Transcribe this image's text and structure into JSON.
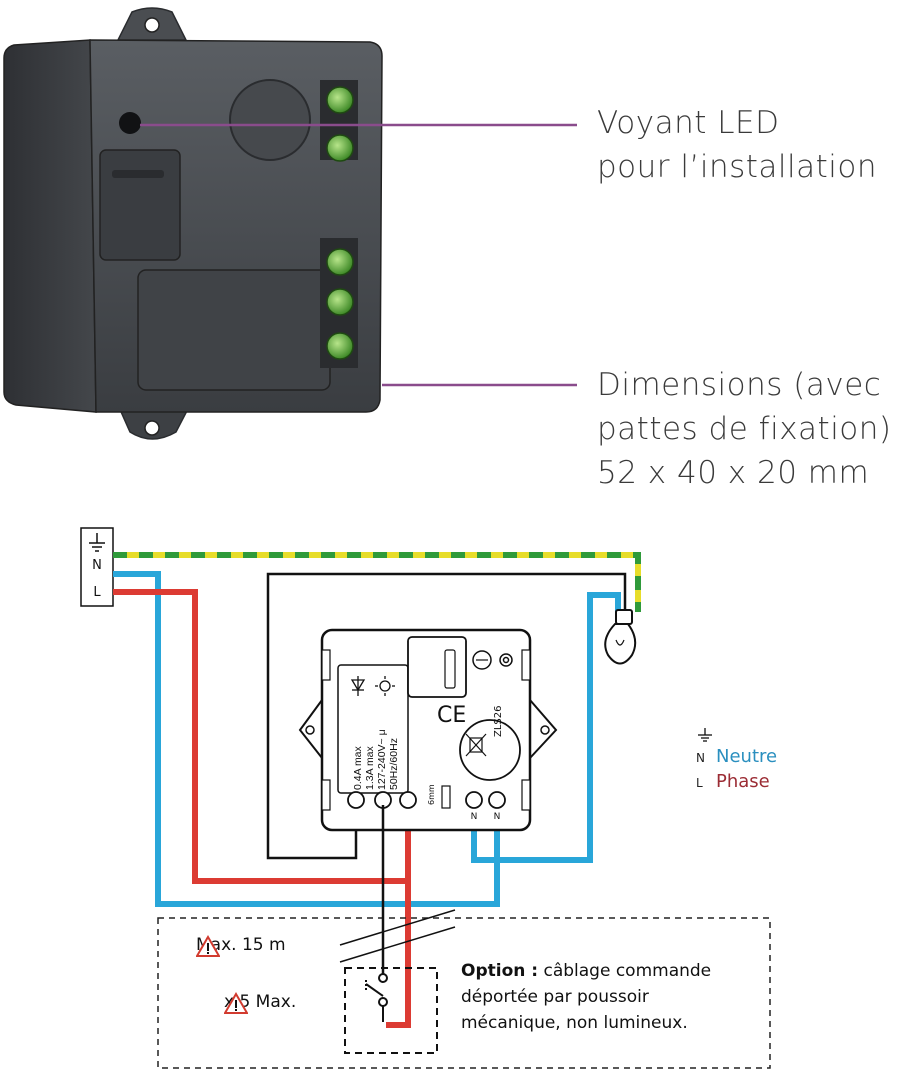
{
  "callouts": {
    "led": {
      "line1": "Voyant LED",
      "line2": "pour l’installation"
    },
    "dimensions": {
      "line1": "Dimensions (avec",
      "line2": "pattes de fixation) :",
      "line3": "52 x 40 x 20 mm"
    }
  },
  "terminal_block": {
    "n": "N",
    "l": "L"
  },
  "module_labels": {
    "ce": "CE",
    "model": "ZLS26",
    "ratings": [
      "0.4A max",
      "1.3A max",
      "127-240V~ μ",
      "50Hz/60Hz"
    ],
    "strip_length": "6mm",
    "terminals": [
      "N",
      "N"
    ]
  },
  "legend": {
    "n_abbr": "N",
    "n_label": "Neutre",
    "l_abbr": "L",
    "l_label": "Phase"
  },
  "warnings": {
    "max_length": "Max. 15 m",
    "max_count": "x 5 Max."
  },
  "option": {
    "bold": "Option :",
    "line1_rest": " câblage commande",
    "line2": "déportée par poussoir",
    "line3": "mécanique, non lumineux."
  },
  "colors": {
    "neutral": "#29a6d9",
    "phase": "#dc3b33",
    "earth_green": "#2f9a3a",
    "earth_yellow": "#e7dd2a",
    "callout_line": "#8a4c8c",
    "neutre_text": "#2a8fbf",
    "phase_text": "#9b2c34"
  },
  "icons": [
    "earth-ground-icon",
    "warning-triangle-icon",
    "light-bulb-icon",
    "gear-icon",
    "led-icon",
    "sun-icon",
    "pushbutton-switch-icon"
  ]
}
